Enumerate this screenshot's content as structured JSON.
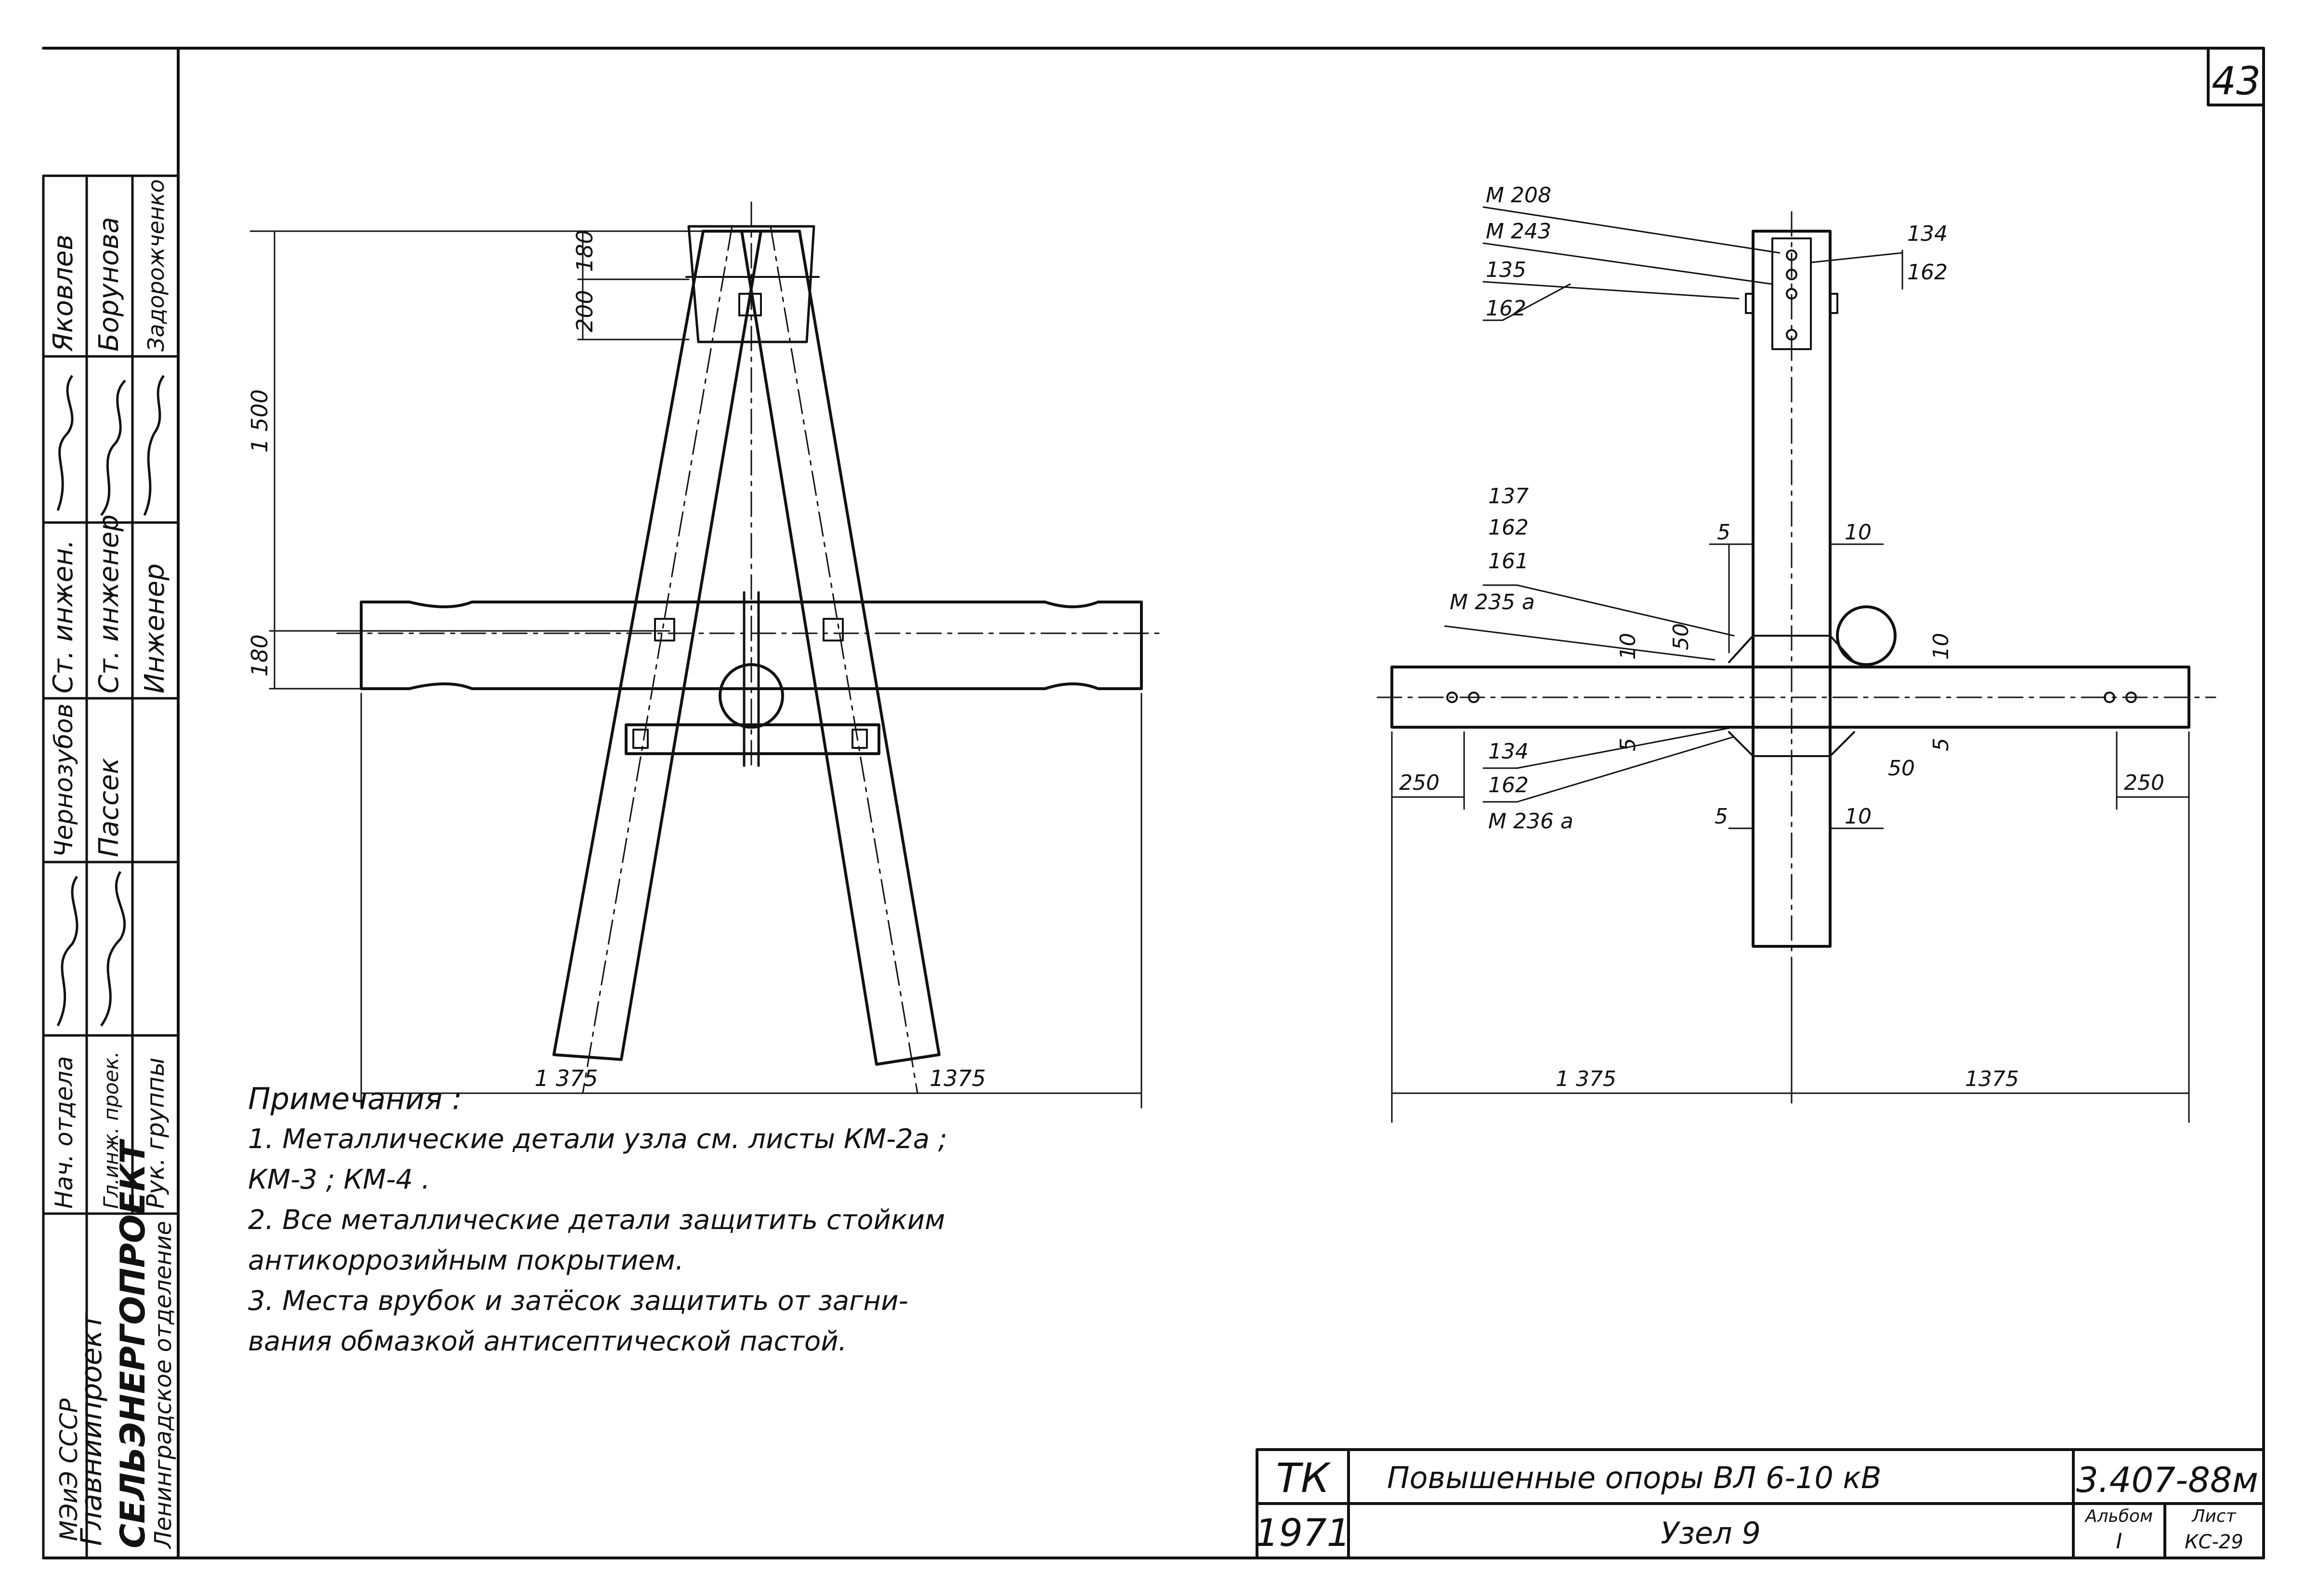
{
  "sheet_no": "43",
  "stamp": {
    "org_top": "МЭиЭ СССР",
    "org_mid": "Главниипроект",
    "org_main": "СЕЛЬЭНЕРГОПРОЕКТ",
    "org_bottom": "Ленинградское отделение",
    "roles": [
      "Нач. отдела",
      "Гл.инж. проек.",
      "Рук. группы",
      "Ст. инжен.",
      "Ст. инженер",
      "Инженер"
    ],
    "names": [
      "Чернозубов",
      "Пассек",
      "Яковлев",
      "Борунова",
      "Задорожченко"
    ]
  },
  "title_block": {
    "code_left": "ТК",
    "year": "1971",
    "title": "Повышенные опоры ВЛ 6-10 кВ",
    "subtitle": "Узел 9",
    "doc_code": "3.407-88м",
    "album_label": "Альбом",
    "album_value": "I",
    "sheet_label": "Лист",
    "sheet_value": "КС-29"
  },
  "notes": {
    "heading": "Примечания :",
    "lines": [
      "1. Металлические детали узла см. листы КМ-2а ;",
      "КМ-3 ; КМ-4 .",
      "2. Все металлические детали защитить стойким",
      "антикоррозийным покрытием.",
      "3. Места врубок и затёсок защитить от загни-",
      "вания обмазкой антисептической пастой."
    ]
  },
  "left_view": {
    "dim_height": "1 500",
    "dim_top_a": "200",
    "dim_top_b": "180",
    "dim_cross": "180",
    "dim_left": "1 375",
    "dim_right": "1375"
  },
  "right_view": {
    "lbl_m208": "М 208",
    "lbl_m243": "М 243",
    "lbl_135": "135",
    "lbl_162a": "162",
    "lbl_134a": "134",
    "lbl_162b": "162",
    "lbl_137": "137",
    "lbl_162c": "162",
    "lbl_161": "161",
    "lbl_m235": "М 235 а",
    "lbl_134b": "134",
    "lbl_162d": "162",
    "lbl_m236": "М 236 а",
    "dim_5a": "5",
    "dim_10a": "10",
    "dim_10b": "10",
    "dim_50a": "50",
    "dim_10c": "10",
    "dim_5b": "5",
    "dim_5c": "5",
    "dim_50b": "50",
    "dim_5d": "5",
    "dim_10d": "10",
    "dim_250a": "250",
    "dim_250b": "250",
    "dim_left": "1 375",
    "dim_right": "1375"
  }
}
